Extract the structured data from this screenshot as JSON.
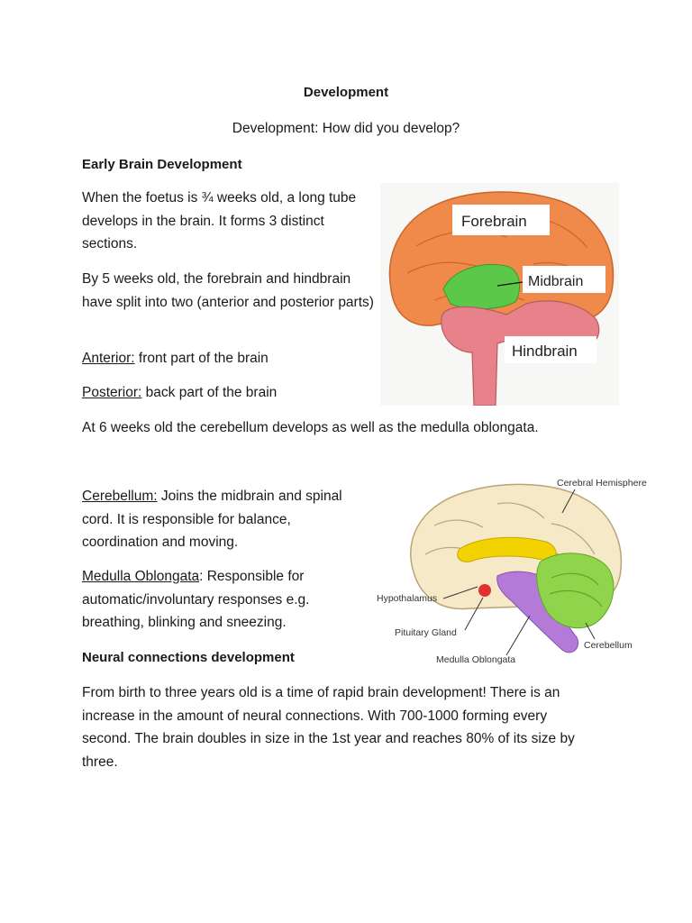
{
  "document": {
    "title": "Development",
    "subtitle": "Development: How did you develop?",
    "section1": {
      "heading": "Early Brain Development",
      "para1": "When the foetus is ¾ weeks old, a long tube develops in the brain. It forms 3 distinct sections.",
      "para2": "By 5 weeks old, the forebrain and hindbrain have split into two (anterior and posterior parts)",
      "anterior_term": "Anterior:",
      "anterior_def": " front part of the brain",
      "posterior_term": "Posterior:",
      "posterior_def": " back part of the brain",
      "para3": "At 6 weeks old the cerebellum develops as well as the medulla oblongata."
    },
    "section2": {
      "cerebellum_term": "Cerebellum:",
      "cerebellum_def": " Joins the midbrain and spinal cord. It is responsible for balance, coordination and moving.",
      "medulla_term": "Medulla Oblongata",
      "medulla_def": ": Responsible for automatic/involuntary responses e.g. breathing, blinking and sneezing."
    },
    "section3": {
      "heading": "Neural connections development",
      "para": "From birth to three years old is a time of rapid brain development! There is an increase in the amount of neural connections. With 700-1000 forming every second. The brain doubles in size in the 1st year and reaches 80% of its size by three."
    }
  },
  "figure1": {
    "labels": {
      "forebrain": "Forebrain",
      "midbrain": "Midbrain",
      "hindbrain": "Hindbrain"
    },
    "colors": {
      "forebrain": "#f08a4b",
      "midbrain": "#5cc84a",
      "hindbrain": "#e8828a"
    }
  },
  "figure2": {
    "labels": {
      "cerebral_hemisphere": "Cerebral Hemisphere",
      "hypothalamus": "Hypothalamus",
      "pituitary_gland": "Pituitary Gland",
      "medulla_oblongata": "Medulla Oblongata",
      "cerebellum": "Cerebellum"
    },
    "colors": {
      "cortex": "#f6e9c8",
      "corpus": "#f2d200",
      "medulla": "#b47ad8",
      "cerebellum": "#8fd44a",
      "pituitary": "#e03030"
    }
  }
}
